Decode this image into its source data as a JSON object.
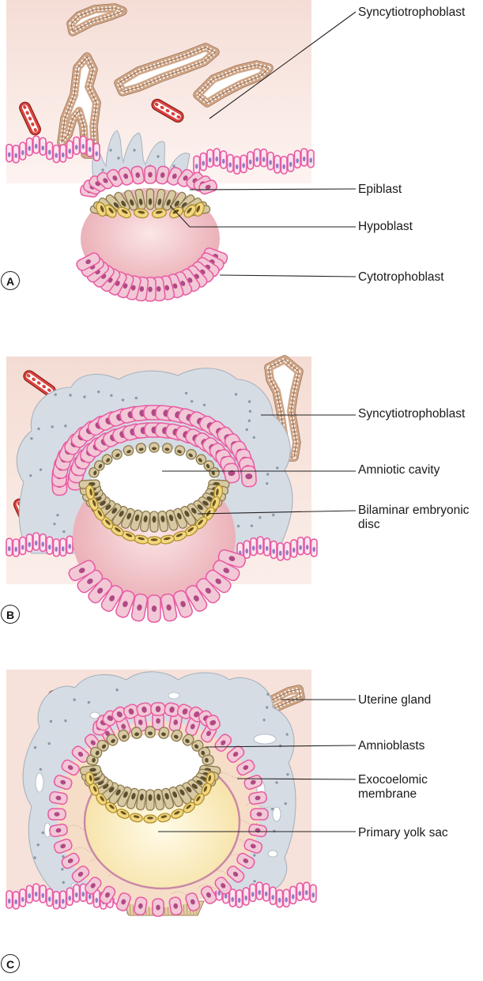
{
  "panels": [
    {
      "letter": "A",
      "labels": [
        "Syncytiotrophoblast",
        "Epiblast",
        "Hypoblast",
        "Cytotrophoblast"
      ]
    },
    {
      "letter": "B",
      "labels": [
        "Syncytiotrophoblast",
        "Amniotic cavity",
        "Bilaminar embryonic disc"
      ]
    },
    {
      "letter": "C",
      "labels": [
        "Uterine gland",
        "Amnioblasts",
        "Exocoelomic membrane",
        "Primary yolk sac"
      ]
    }
  ],
  "colors": {
    "endometrium": "#f6e4dd",
    "epithelium": "#e85aa2",
    "gland": "#cfa587",
    "syncytium": "#d5dce4",
    "cytotrophoblast": "#f2c8d6",
    "cavity": "#f0c1c4",
    "epiblast": "#d8c9a2",
    "hypoblast": "#f3d780",
    "yolk_sac": "#fbedb8",
    "vessel": "#d9443f"
  }
}
